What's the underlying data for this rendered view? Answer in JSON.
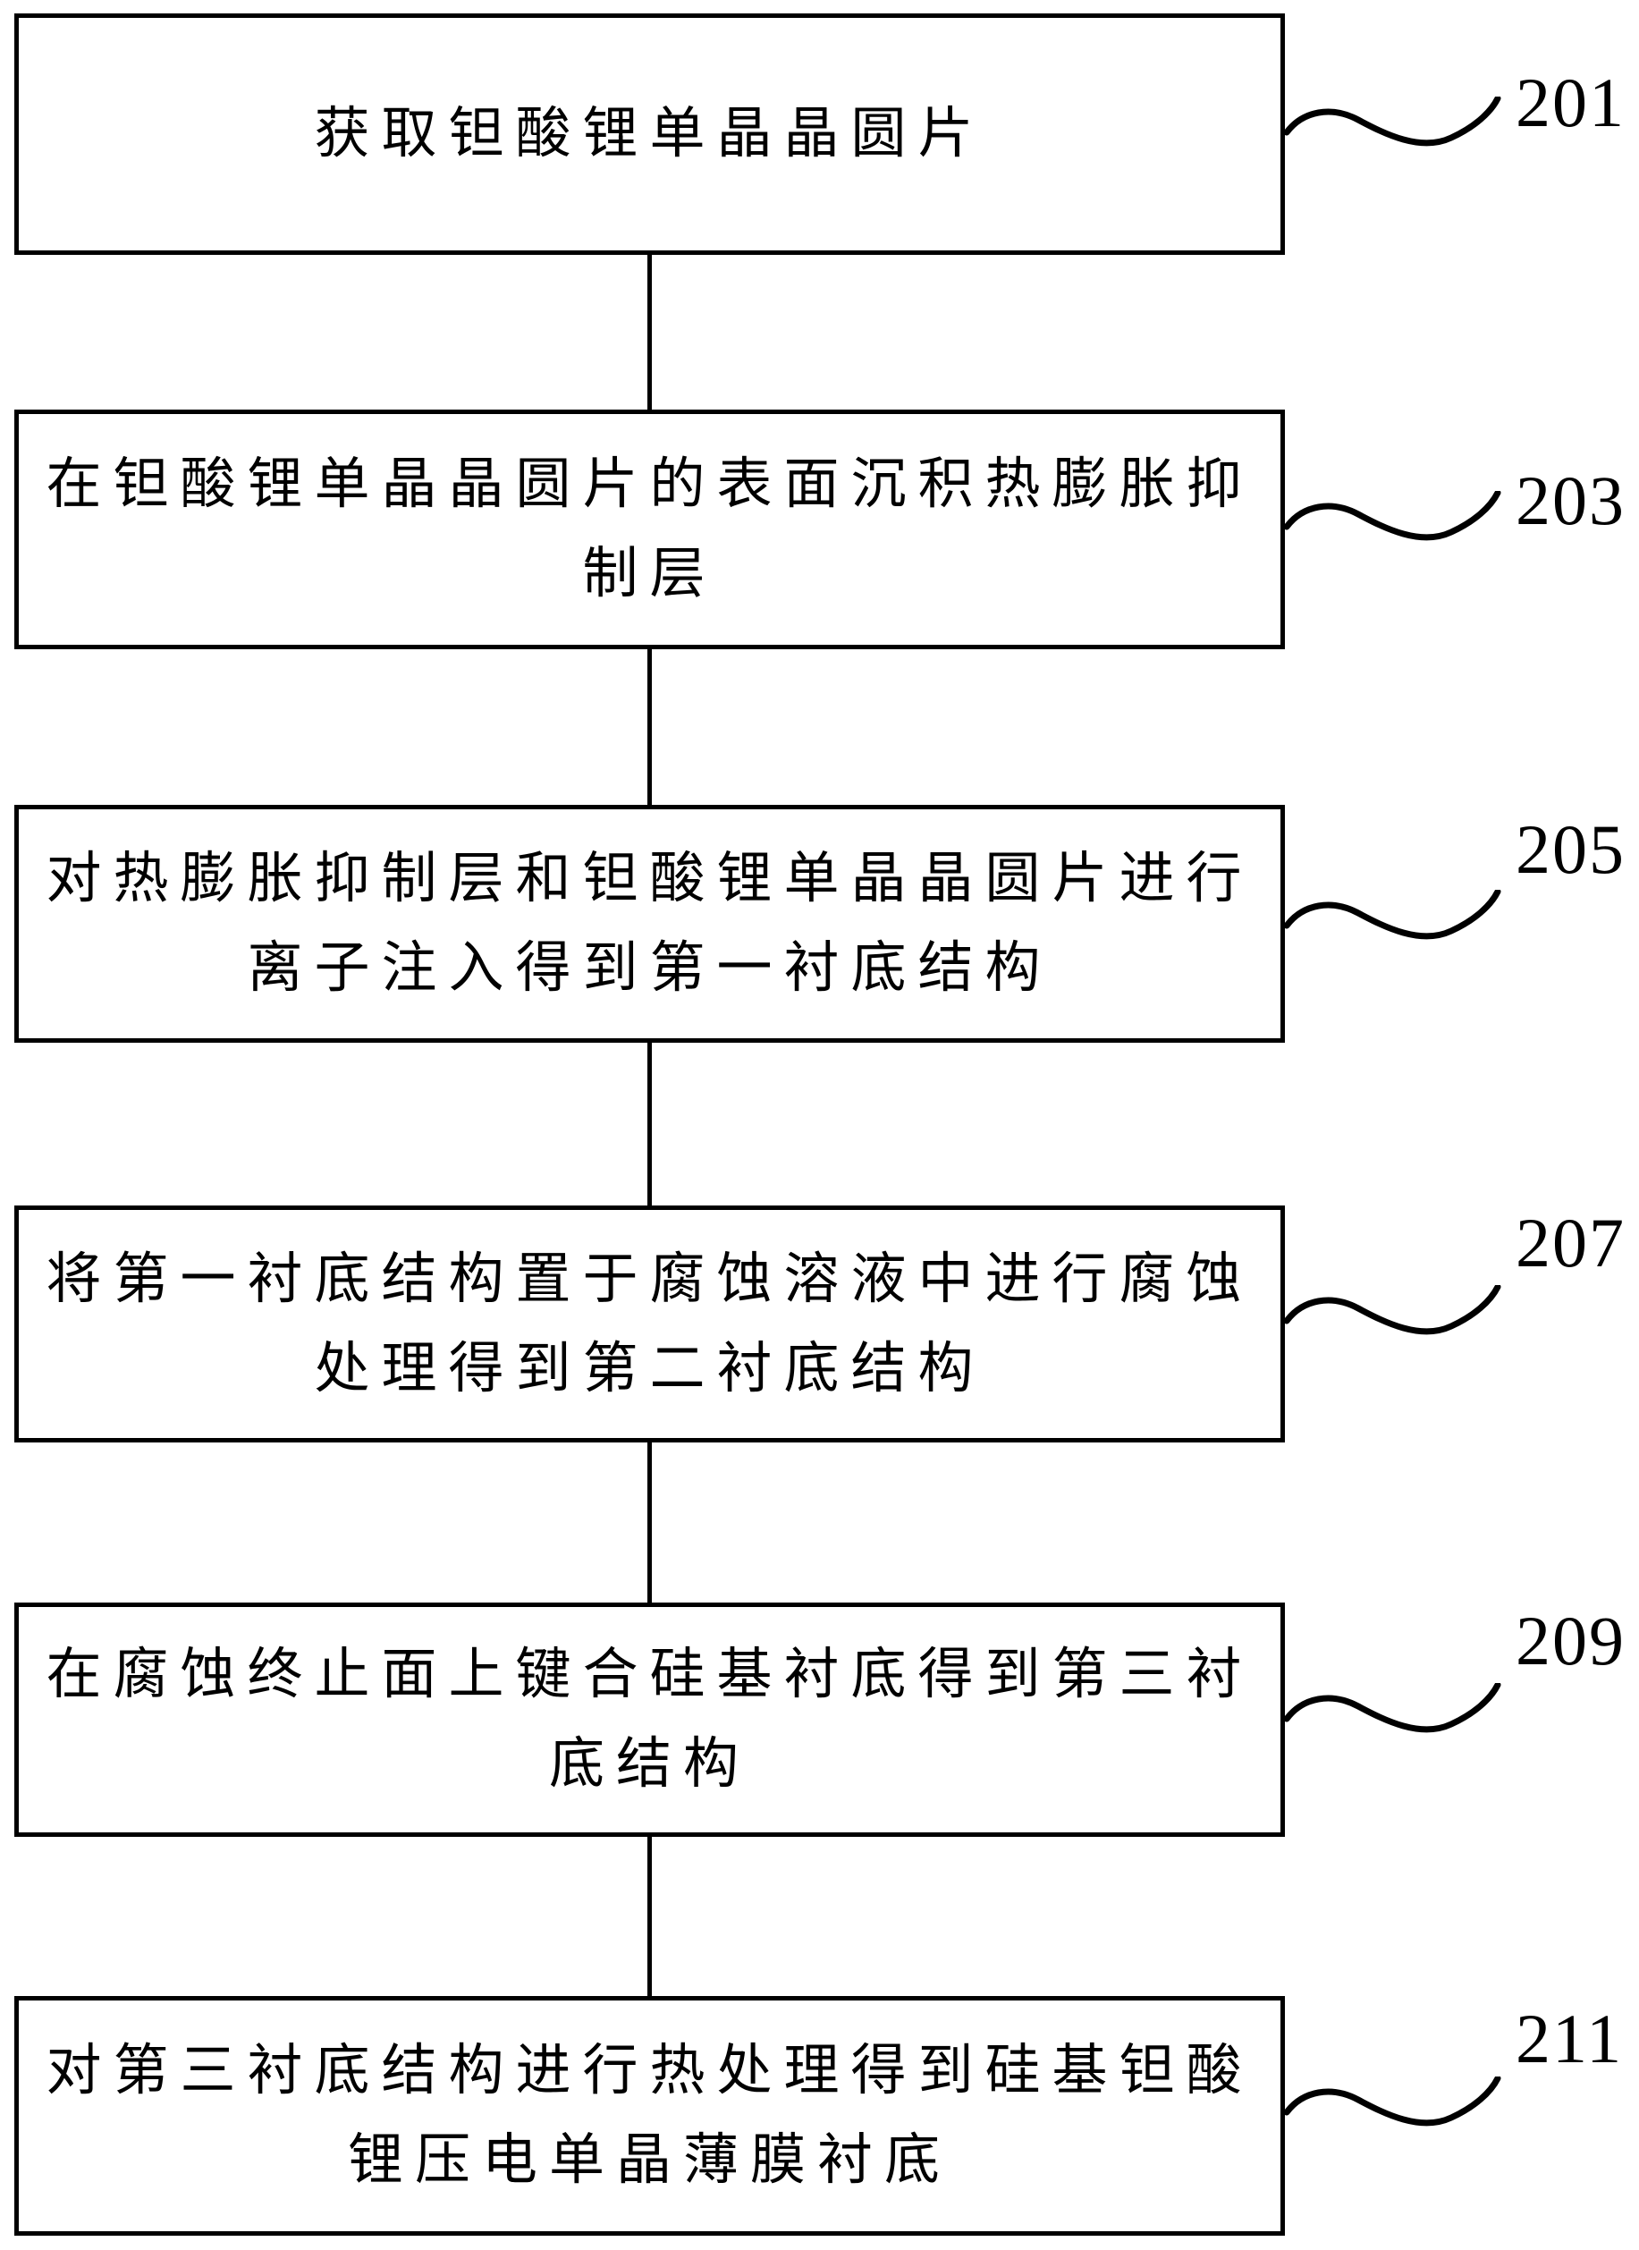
{
  "flowchart": {
    "title": "patent-process-flow-diagram",
    "colors": {
      "ink": "#000000",
      "background": "#ffffff"
    },
    "steps": [
      {
        "label": "201",
        "text": "获取钽酸锂单晶晶圆片"
      },
      {
        "label": "203",
        "text": "在钽酸锂单晶晶圆片的表面沉积热膨胀抑\n制层"
      },
      {
        "label": "205",
        "text": "对热膨胀抑制层和钽酸锂单晶晶圆片进行\n离子注入得到第一衬底结构"
      },
      {
        "label": "207",
        "text": "将第一衬底结构置于腐蚀溶液中进行腐蚀\n处理得到第二衬底结构"
      },
      {
        "label": "209",
        "text": "在腐蚀终止面上键合硅基衬底得到第三衬\n底结构"
      },
      {
        "label": "211",
        "text": "对第三衬底结构进行热处理得到硅基钽酸\n锂压电单晶薄膜衬底"
      }
    ]
  }
}
